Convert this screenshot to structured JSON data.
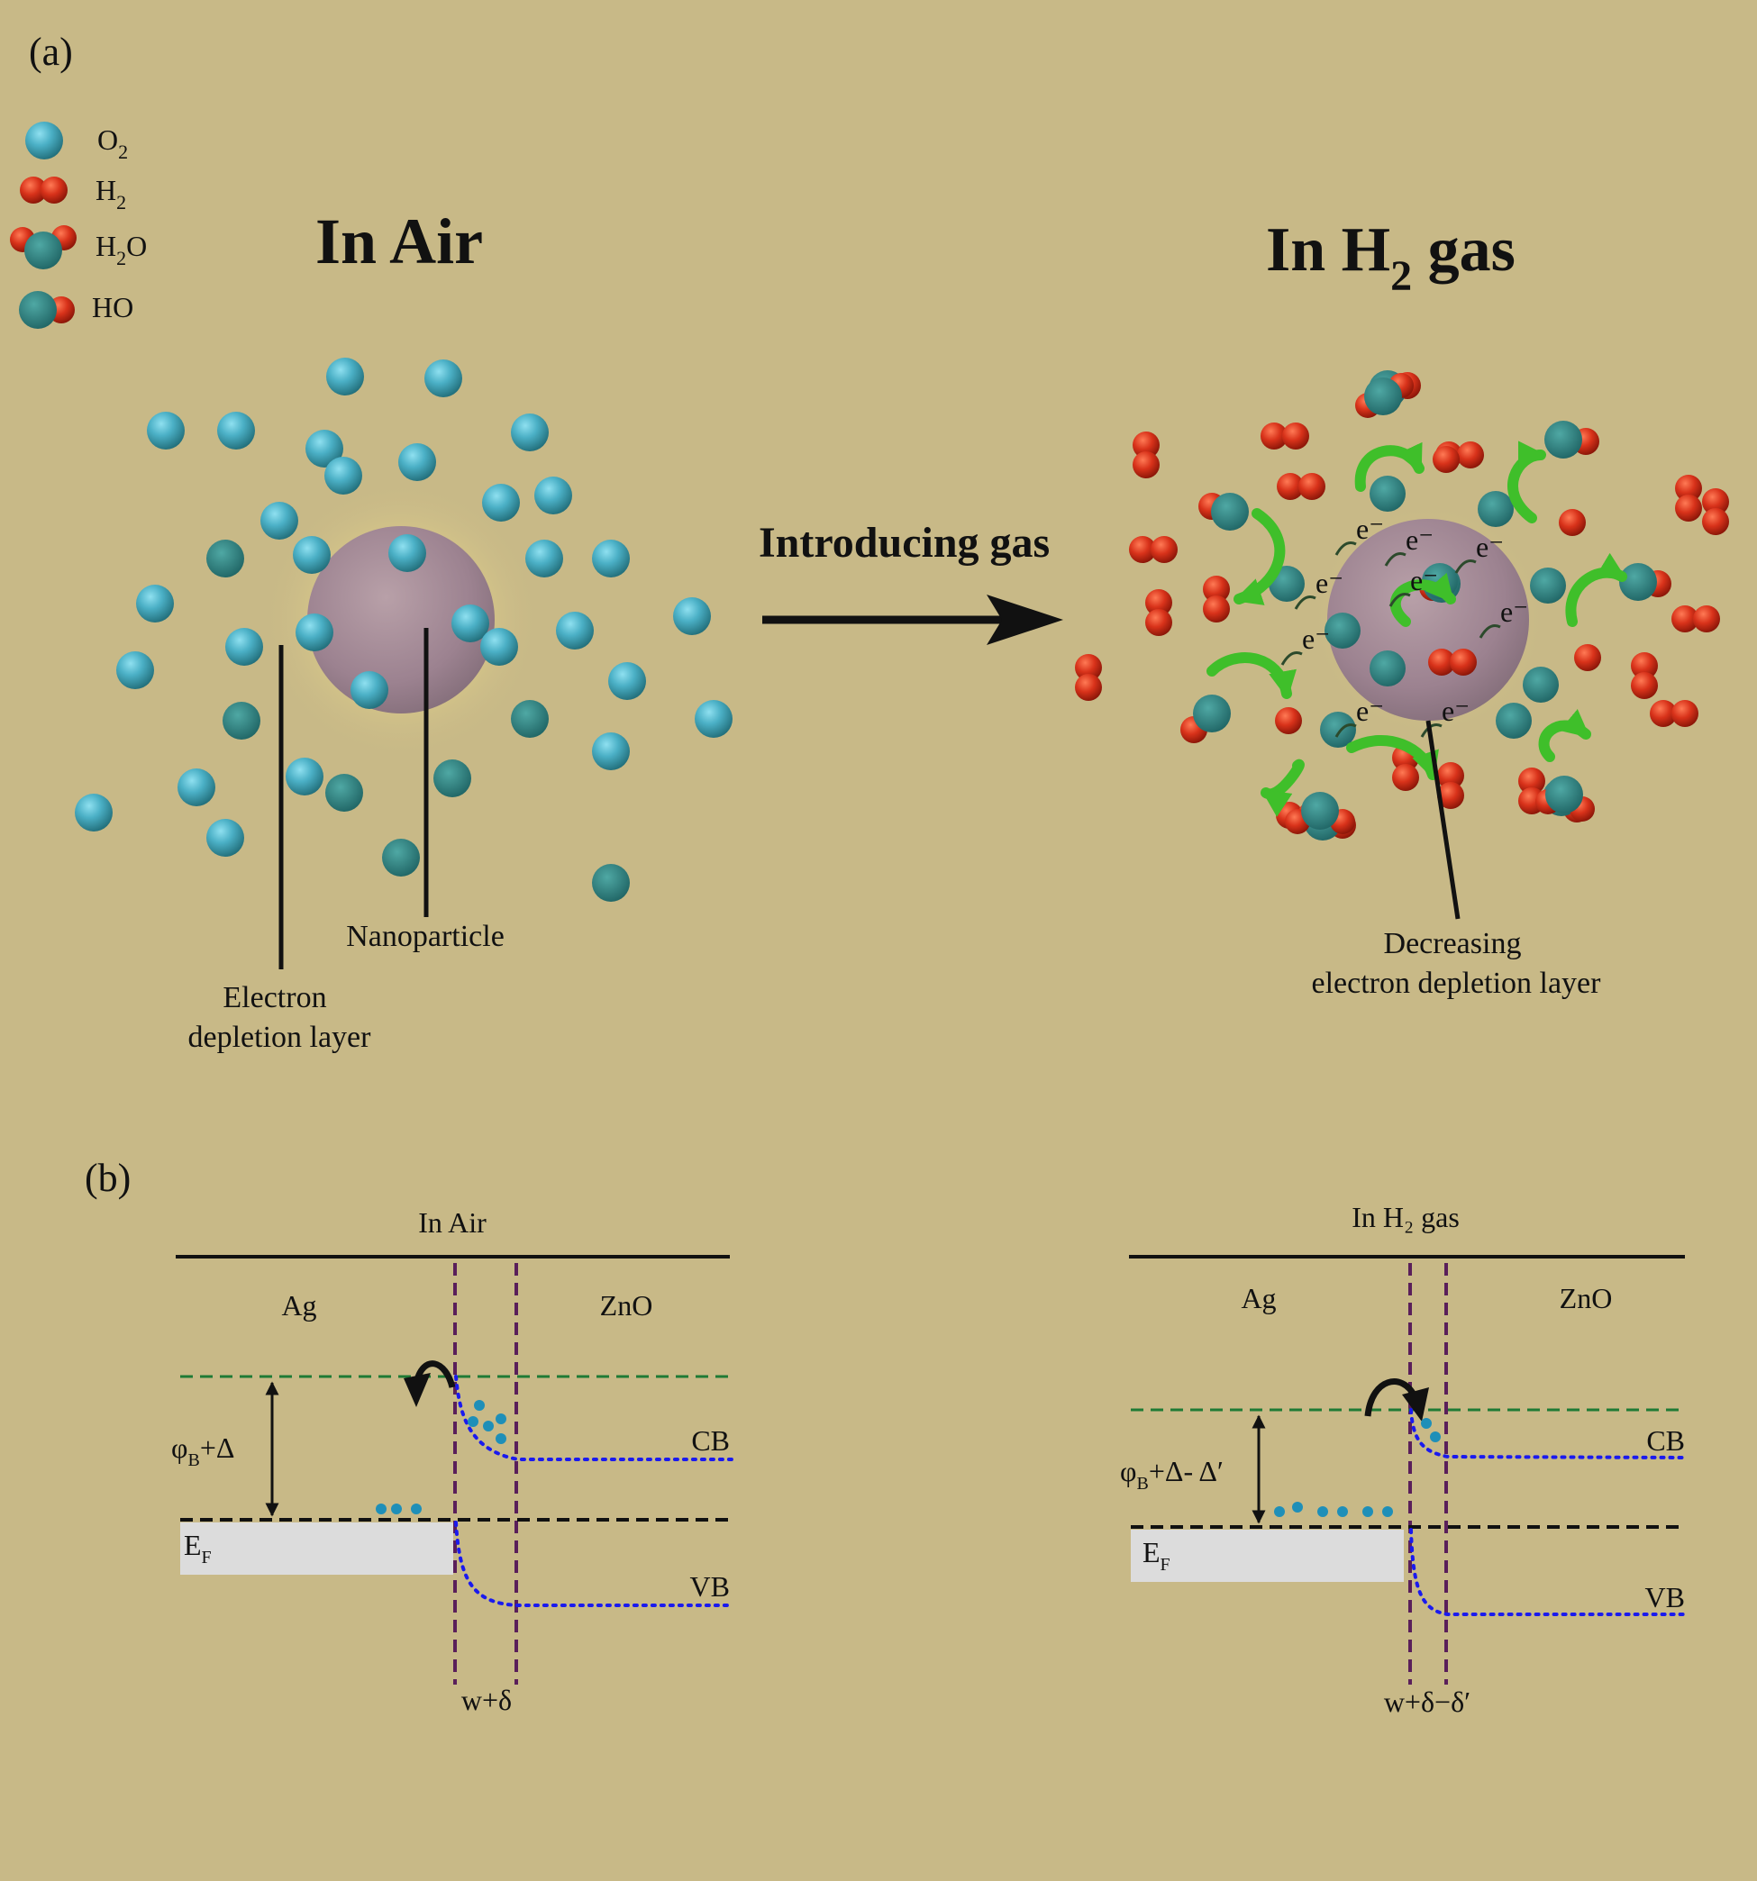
{
  "panel_a": {
    "label": "(a)",
    "legend": [
      {
        "formula": "O",
        "sub": "2",
        "suffix": ""
      },
      {
        "formula": "H",
        "sub": "2",
        "suffix": ""
      },
      {
        "formula": "H",
        "sub": "2",
        "suffix": "O"
      },
      {
        "formula": "HO",
        "sub": "",
        "suffix": ""
      }
    ],
    "air_title": "In Air",
    "gas_title_main": "In H",
    "gas_title_sub": "2",
    "gas_title_tail": " gas",
    "arrow_label": "Introducing gas",
    "nanoparticle_label": "Nanoparticle",
    "depletion_label_line1": "Electron",
    "depletion_label_line2": "depletion layer",
    "decreasing_label_line1": "Decreasing",
    "decreasing_label_line2": "electron depletion layer",
    "electron_symbol": "e⁻"
  },
  "panel_b": {
    "label": "(b)",
    "left": {
      "title": "In Air",
      "metal": "Ag",
      "semi": "ZnO",
      "cb": "CB",
      "vb": "VB",
      "barrier_main": "φ",
      "barrier_sub": "B",
      "barrier_tail": "+Δ",
      "ef_main": "E",
      "ef_sub": "F",
      "width": "w+δ"
    },
    "right": {
      "title": "In H₂ gas",
      "metal": "Ag",
      "semi": "ZnO",
      "cb": "CB",
      "vb": "VB",
      "barrier_main": "φ",
      "barrier_sub": "B",
      "barrier_tail": "+Δ- Δ′",
      "ef_main": "E",
      "ef_sub": "F",
      "width": "w+δ−δ′"
    }
  },
  "colors": {
    "background": "#c8b987",
    "o2": "#4bb0c6",
    "o2_dark": "#2e8c98",
    "h2": "#d8321a",
    "green_arrow": "#3fbf2a",
    "cb_vb": "#1a1aee",
    "green_dash": "#1f7a35",
    "purple_dash": "#5a1f5a",
    "electron": "#1f8fb8",
    "ef_block": "#dcdcdc"
  }
}
